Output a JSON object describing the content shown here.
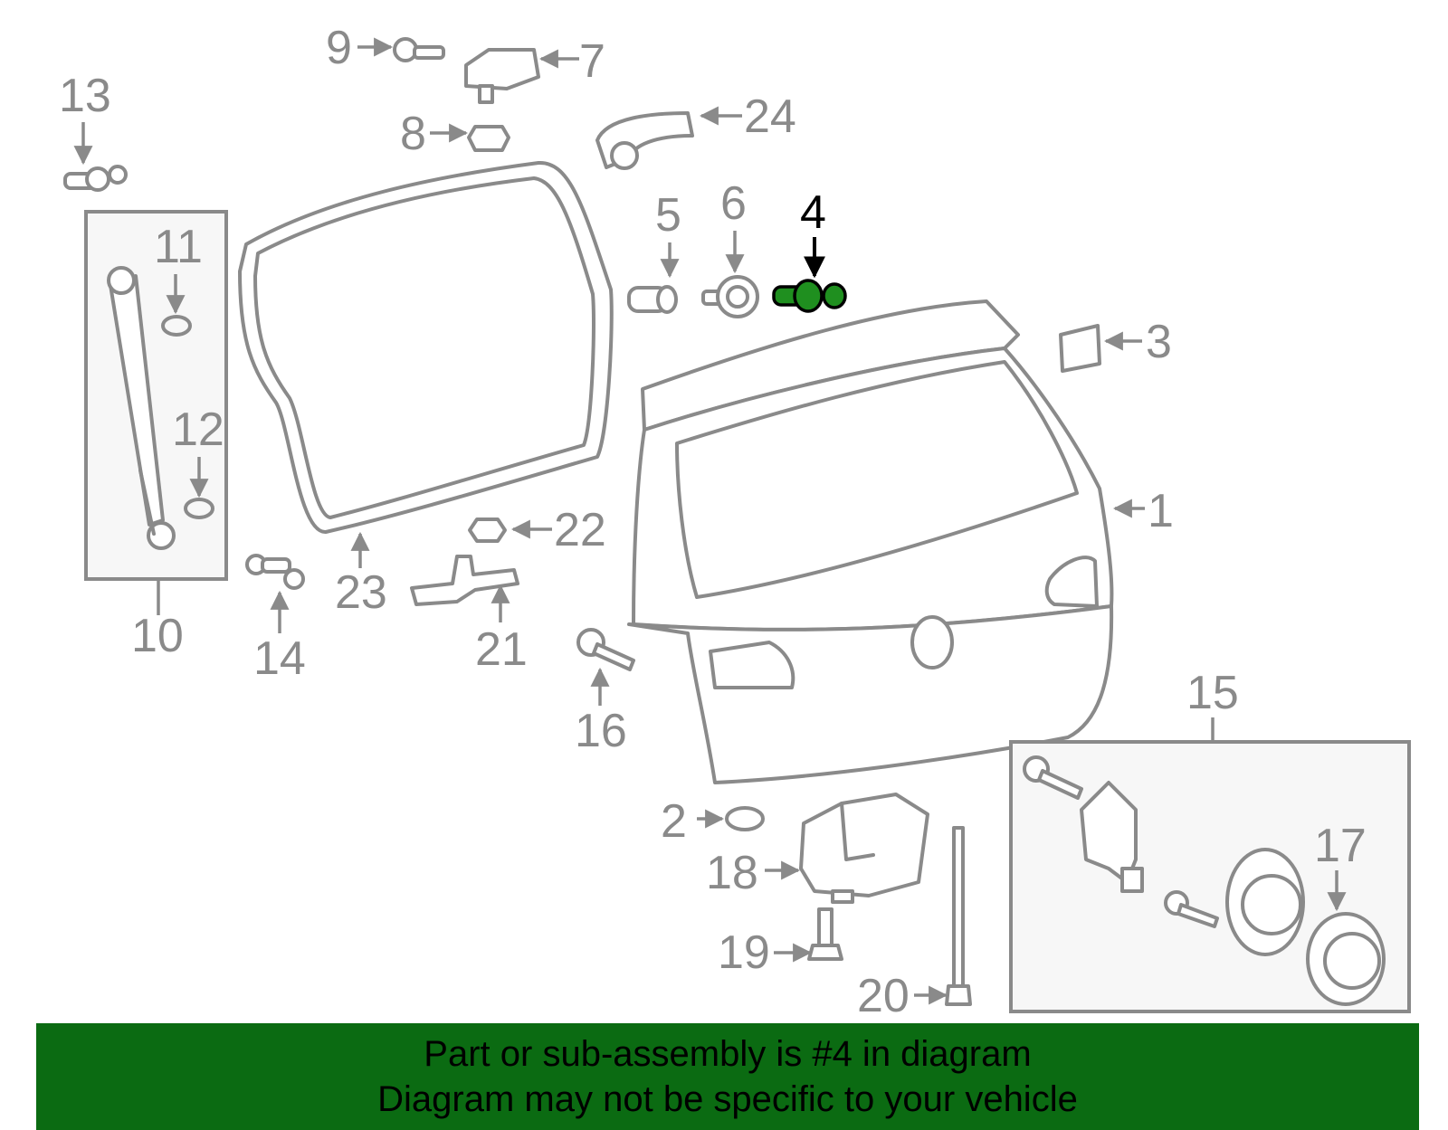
{
  "diagram": {
    "highlight_color": "#1f8f1f",
    "callouts": [
      "1",
      "2",
      "3",
      "4",
      "5",
      "6",
      "7",
      "8",
      "9",
      "10",
      "11",
      "12",
      "13",
      "14",
      "15",
      "16",
      "17",
      "18",
      "19",
      "20",
      "21",
      "22",
      "23",
      "24"
    ],
    "highlighted": "4"
  },
  "footer": {
    "background": "#0b6b12",
    "line1": "Part or sub-assembly is #4 in diagram",
    "line2": "Diagram may not be specific to your vehicle"
  }
}
